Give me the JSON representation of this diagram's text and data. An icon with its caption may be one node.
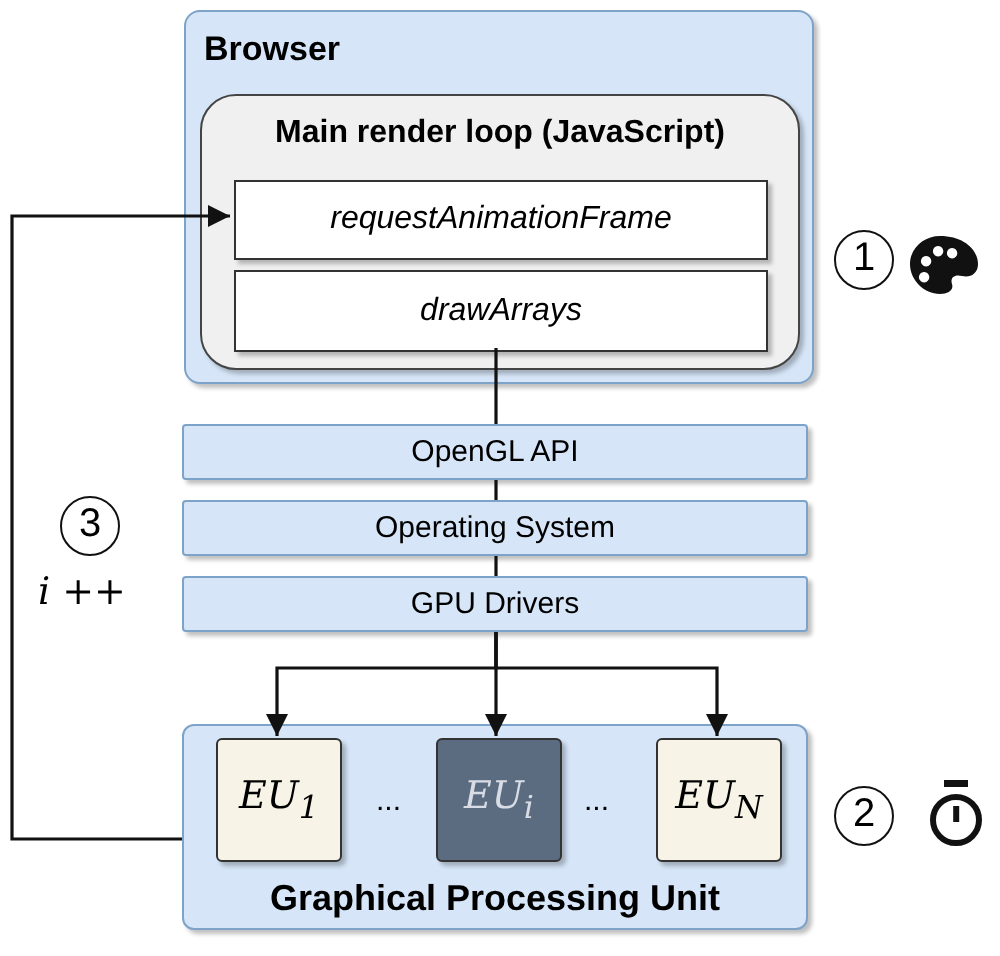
{
  "diagram": {
    "nodes": [
      {
        "text": [
          "Browser"
        ]
      },
      {
        "text": [
          "Main render loop (JavaScript)"
        ],
        "in": 0
      },
      {
        "text": [
          "requestAnimationFrame"
        ],
        "in": 1
      },
      {
        "text": [
          "drawArrays"
        ],
        "in": 1
      },
      {
        "text": [
          "OpenGL API"
        ]
      },
      {
        "text": [
          "Operating System"
        ]
      },
      {
        "text": [
          "GPU Drivers"
        ]
      },
      {
        "text": [
          "Graphical Processing Unit"
        ]
      },
      {
        "text": [
          "EU$_{1}$"
        ],
        "in": 7
      },
      {
        "text": [
          "EU$_{i}$"
        ],
        "in": 7
      },
      {
        "text": [
          "EU$_{N}$"
        ],
        "in": 7
      }
    ],
    "edges": [
      {
        "from": 3,
        "to": 4,
        "arrow": "none"
      },
      {
        "from": 4,
        "to": 5,
        "arrow": "none"
      },
      {
        "from": 5,
        "to": 6,
        "arrow": "none"
      },
      {
        "from": 6,
        "to": 8,
        "arrow": "to"
      },
      {
        "from": 6,
        "to": 9,
        "arrow": "to"
      },
      {
        "from": 6,
        "to": 10,
        "arrow": "to"
      },
      {
        "from": 7,
        "to": 2,
        "arrow": "to"
      }
    ],
    "labels": [
      "1",
      "3",
      "*i* ++",
      "...",
      "...",
      "2"
    ]
  }
}
